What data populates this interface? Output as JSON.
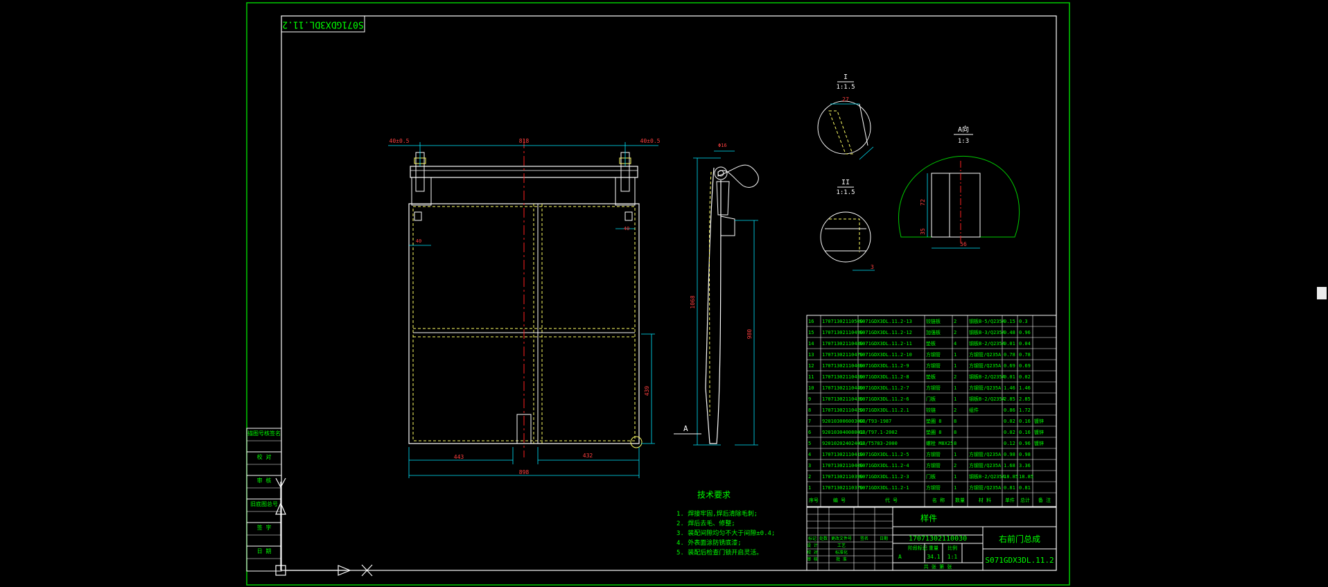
{
  "colors": {
    "frame": "#00cc00",
    "line": "#ffffff",
    "dash": "#ffff66",
    "dim": "#00e8ff",
    "center": "#ff2020",
    "text": "#00ff00",
    "redtext": "#ff4040"
  },
  "drawing_number": "S071GDX3DL.11.2",
  "part_code": "17071302110030",
  "title": "右前门总成",
  "table_label": "样件",
  "sidebar_labels": [
    "描图号核签名",
    "校 对",
    "审 核",
    "旧底图总号",
    "签 字",
    "日 期"
  ],
  "dims": {
    "w_total": "818",
    "left_tol": "40±0.5",
    "right_tol": "40±0.5",
    "d_40_left": "40",
    "d_40_right": "40",
    "d_443": "443",
    "d_432": "432",
    "d_898": "898",
    "d_439": "439",
    "d_1068": "1068",
    "d_980": "980",
    "d_phi": "Φ16"
  },
  "section_marker": "A",
  "detail_views": [
    {
      "label": "I",
      "scale": "1:1.5",
      "dim": "27"
    },
    {
      "label": "II",
      "scale": "1:1.5",
      "dim": "3"
    },
    {
      "label": "A向",
      "scale": "1:3",
      "dim_h": "72",
      "dim_w": "56",
      "dim_s": "35"
    }
  ],
  "tech_req": {
    "title": "技术要求",
    "items": [
      "1. 焊接牢固,焊后清除毛刺;",
      "2. 焊后去毛、修整;",
      "3. 装配间隙均匀不大于间隙±0.4;",
      "4. 外表面涂防锈底漆;",
      "5. 装配后检查门锁开启灵活。"
    ]
  },
  "bom_rows": [
    [
      "16",
      "17071302110500",
      "S071GDX3DL.11.2-13",
      "铰链板",
      "2",
      "钢板B-5/Q235A",
      "0.15",
      "0.3",
      ""
    ],
    [
      "15",
      "17071302110490",
      "S071GDX3DL.11.2-12",
      "加强板",
      "2",
      "钢板B-3/Q235A",
      "0.48",
      "0.96",
      ""
    ],
    [
      "14",
      "17071302110480",
      "S071GDX3DL.11.2-11",
      "垫板",
      "4",
      "钢板B-2/Q235A",
      "0.01",
      "0.04",
      ""
    ],
    [
      "13",
      "17071302110470",
      "S071GDX3DL.11.2-10",
      "方钢管",
      "1",
      "方钢管/Q235A",
      "0.78",
      "0.78",
      ""
    ],
    [
      "12",
      "17071302110460",
      "S071GDX3DL.11.2-9",
      "方钢管",
      "1",
      "方钢管/Q235A",
      "0.69",
      "0.69",
      ""
    ],
    [
      "11",
      "17071302110450",
      "S071GDX3DL.11.2-8",
      "垫板",
      "2",
      "钢板B-2/Q235A",
      "0.01",
      "0.02",
      ""
    ],
    [
      "10",
      "17071302110440",
      "S071GDX3DL.11.2-7",
      "方钢管",
      "1",
      "方钢管/Q235A",
      "1.46",
      "1.46",
      ""
    ],
    [
      "9",
      "17071302110430",
      "S071GDX3DL.11.2-6",
      "门板",
      "1",
      "钢板B-2/Q235A",
      "2.85",
      "2.85",
      ""
    ],
    [
      "8",
      "17071302110420",
      "S071GDX3DL.11.2.1",
      "铰链",
      "2",
      "组件",
      "0.86",
      "1.72",
      ""
    ],
    [
      "7",
      "92010300600300",
      "GB/T93-1987",
      "垫圈 8",
      "8",
      "",
      "0.02",
      "0.16",
      "镀锌"
    ],
    [
      "6",
      "92010304008001",
      "GB/T97.1-2002",
      "垫圈 8",
      "8",
      "",
      "0.02",
      "0.16",
      "镀锌"
    ],
    [
      "5",
      "92010202402401",
      "GB/T5783-2000",
      "螺栓 M8X25",
      "8",
      "",
      "0.12",
      "0.96",
      "镀锌"
    ],
    [
      "4",
      "17071302110410",
      "S071GDX3DL.11.2-5",
      "方钢管",
      "1",
      "方钢管/Q235A",
      "0.98",
      "0.98",
      ""
    ],
    [
      "3",
      "17071302110400",
      "S071GDX3DL.11.2-4",
      "方钢管",
      "2",
      "方钢管/Q235A",
      "1.68",
      "3.36",
      ""
    ],
    [
      "2",
      "17071302110390",
      "S071GDX3DL.11.2-3",
      "门板",
      "1",
      "钢板B-2/Q235A",
      "18.85",
      "18.85",
      ""
    ],
    [
      "1",
      "17071302110370",
      "S071GDX3DL.11.2-1",
      "方钢管",
      "1",
      "方钢管/Q235A",
      "0.81",
      "0.81",
      ""
    ]
  ],
  "bom_header": [
    "序号",
    "编 号",
    "代 号",
    "名 称",
    "数量",
    "材 料",
    "单件",
    "总计",
    "备 注"
  ],
  "title_block": {
    "scale": "1:1",
    "row_labels": [
      "标记",
      "处数",
      "更改文件号",
      "签名",
      "日期"
    ],
    "left_labels": [
      "设 计",
      "校 对",
      "审 核",
      "工艺",
      "标准化",
      "批 准"
    ],
    "stage_label": "阶段标记",
    "weight_label": "重量",
    "ratio_label": "比例",
    "sheet_label": "共 张 第 张",
    "stage_value": "A",
    "weight_value": "34.1"
  }
}
